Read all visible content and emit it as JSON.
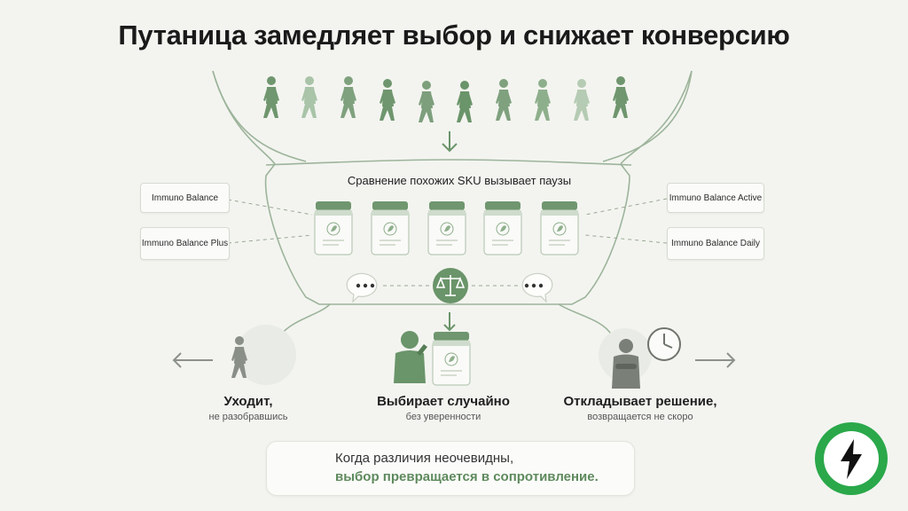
{
  "title": "Путаница замедляет выбор и снижает конверсию",
  "sku_heading": "Сравнение похожих SKU вызывает паузы",
  "sku_cards": {
    "left_top": "Immuno Balance",
    "left_bottom": "Immuno Balance Plus",
    "right_top": "Immuno Balance Active",
    "right_bottom": "Immuno Balance Daily"
  },
  "outcomes": [
    {
      "title": "Уходит,",
      "subtitle": "не разобравшись"
    },
    {
      "title": "Выбирает случайно",
      "subtitle": "без уверенности"
    },
    {
      "title": "Откладывает решение,",
      "subtitle": "возвращается не скоро"
    }
  ],
  "banner": {
    "line1": "Когда различия неочевидны,",
    "line2": "выбор превращается в сопротивление."
  },
  "colors": {
    "accent": "#6a9469",
    "accent_light": "#a9c4a8",
    "badge_green": "#2aa84a",
    "background": "#f3f4f0"
  },
  "icons": [
    "person-walking-icon",
    "down-arrow-icon",
    "jar-icon",
    "leaf-icon",
    "speech-bubble-icon",
    "scales-icon",
    "clock-icon",
    "left-arrow-icon",
    "right-arrow-icon",
    "chart-down-icon",
    "lightning-icon"
  ]
}
